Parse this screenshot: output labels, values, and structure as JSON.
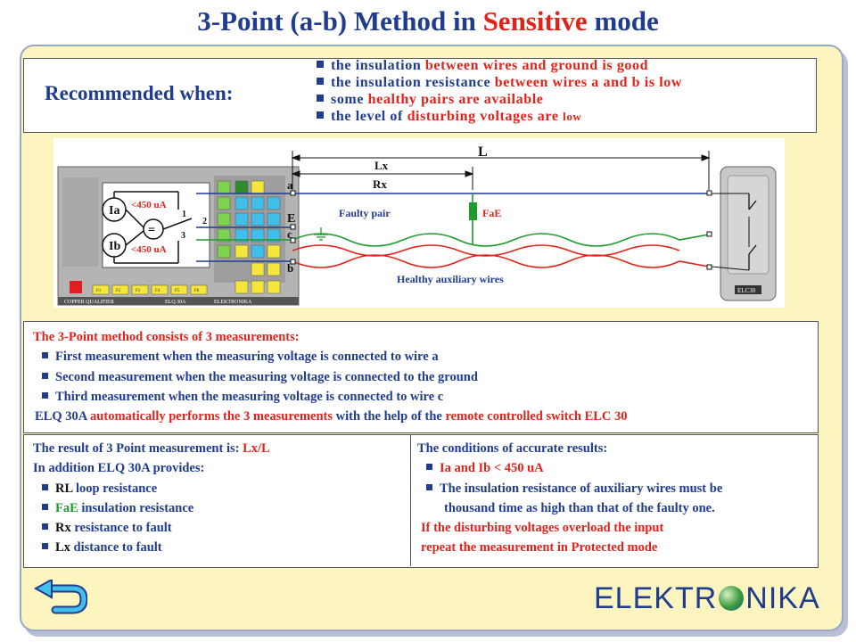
{
  "title": {
    "part1": "3-Point (a-b) Method in ",
    "highlight": "Sensitive",
    "part2": " mode"
  },
  "recommended": {
    "label": "Recommended when:",
    "items": [
      {
        "a": "the insulation ",
        "b": "between wires and ground is good",
        "c": "",
        "d": ""
      },
      {
        "a": "the insulation resistance ",
        "b": "between wires a and b is low",
        "c": "",
        "d": ""
      },
      {
        "a": "some ",
        "b": "healthy pairs are available",
        "c": "",
        "d": ""
      },
      {
        "a": "the level of ",
        "b": "disturbing voltages are ",
        "c": "low",
        "d": ""
      }
    ]
  },
  "diagram": {
    "L": "L",
    "Lx": "Lx",
    "Rx": "Rx",
    "wire_a": "a",
    "wire_E": "E",
    "wire_c": "c",
    "wire_b": "b",
    "faulty_pair": "Faulty pair",
    "fae": "FaE",
    "healthy": "Healthy auxiliary wires",
    "ia": "Ia",
    "ib": "Ib",
    "limit1": "<450 uA",
    "limit2": "<450 uA",
    "sw1": "1",
    "sw2": "2",
    "sw3": "3",
    "eq": "=",
    "device_name": "COPPER QUALIFIER",
    "device_model": "ELQ 30A",
    "device_brand": "ELEKTRONIKA",
    "elc": "ELC30",
    "fkeys": [
      "F1",
      "F2",
      "F3",
      "F4",
      "F5",
      "F6"
    ]
  },
  "method": {
    "heading": "The 3-Point method consists of 3 measurements:",
    "items": [
      "First measurement when the measuring voltage is connected to wire a",
      "Second measurement when the measuring voltage is connected to the ground",
      "Third measurement when the measuring voltage is connected to wire c"
    ],
    "footer_a": "ELQ 30A ",
    "footer_b": "automatically performs the 3 measurements",
    "footer_c": " with the help of the ",
    "footer_d": "remote controlled switch ELC 30"
  },
  "result": {
    "line1_a": "The result of 3 Point measurement is: ",
    "line1_b": "Lx/L",
    "line2": "In addition ELQ 30A provides:",
    "items": [
      {
        "k": "RL",
        "v": " loop resistance"
      },
      {
        "k": "FaE",
        "v": " insulation resistance"
      },
      {
        "k": "Rx",
        "v": " resistance to fault"
      },
      {
        "k": "Lx",
        "v": " distance to fault"
      }
    ]
  },
  "conditions": {
    "heading": "The conditions of accurate results:",
    "item1": "Ia and Ib < 450 uA",
    "item2": "The insulation resistance of auxiliary wires must be",
    "item2b": "thousand time as high than that of the faulty one.",
    "warn1": "If the disturbing voltages overload the input",
    "warn2": "repeat the measurement in Protected mode"
  },
  "logo": {
    "left": "ELEKTR",
    "right": "NIKA"
  },
  "colors": {
    "navy": "#1f3c8f",
    "red": "#e2231a",
    "green": "#1f9a2e",
    "panel": "#fdf5c0"
  }
}
